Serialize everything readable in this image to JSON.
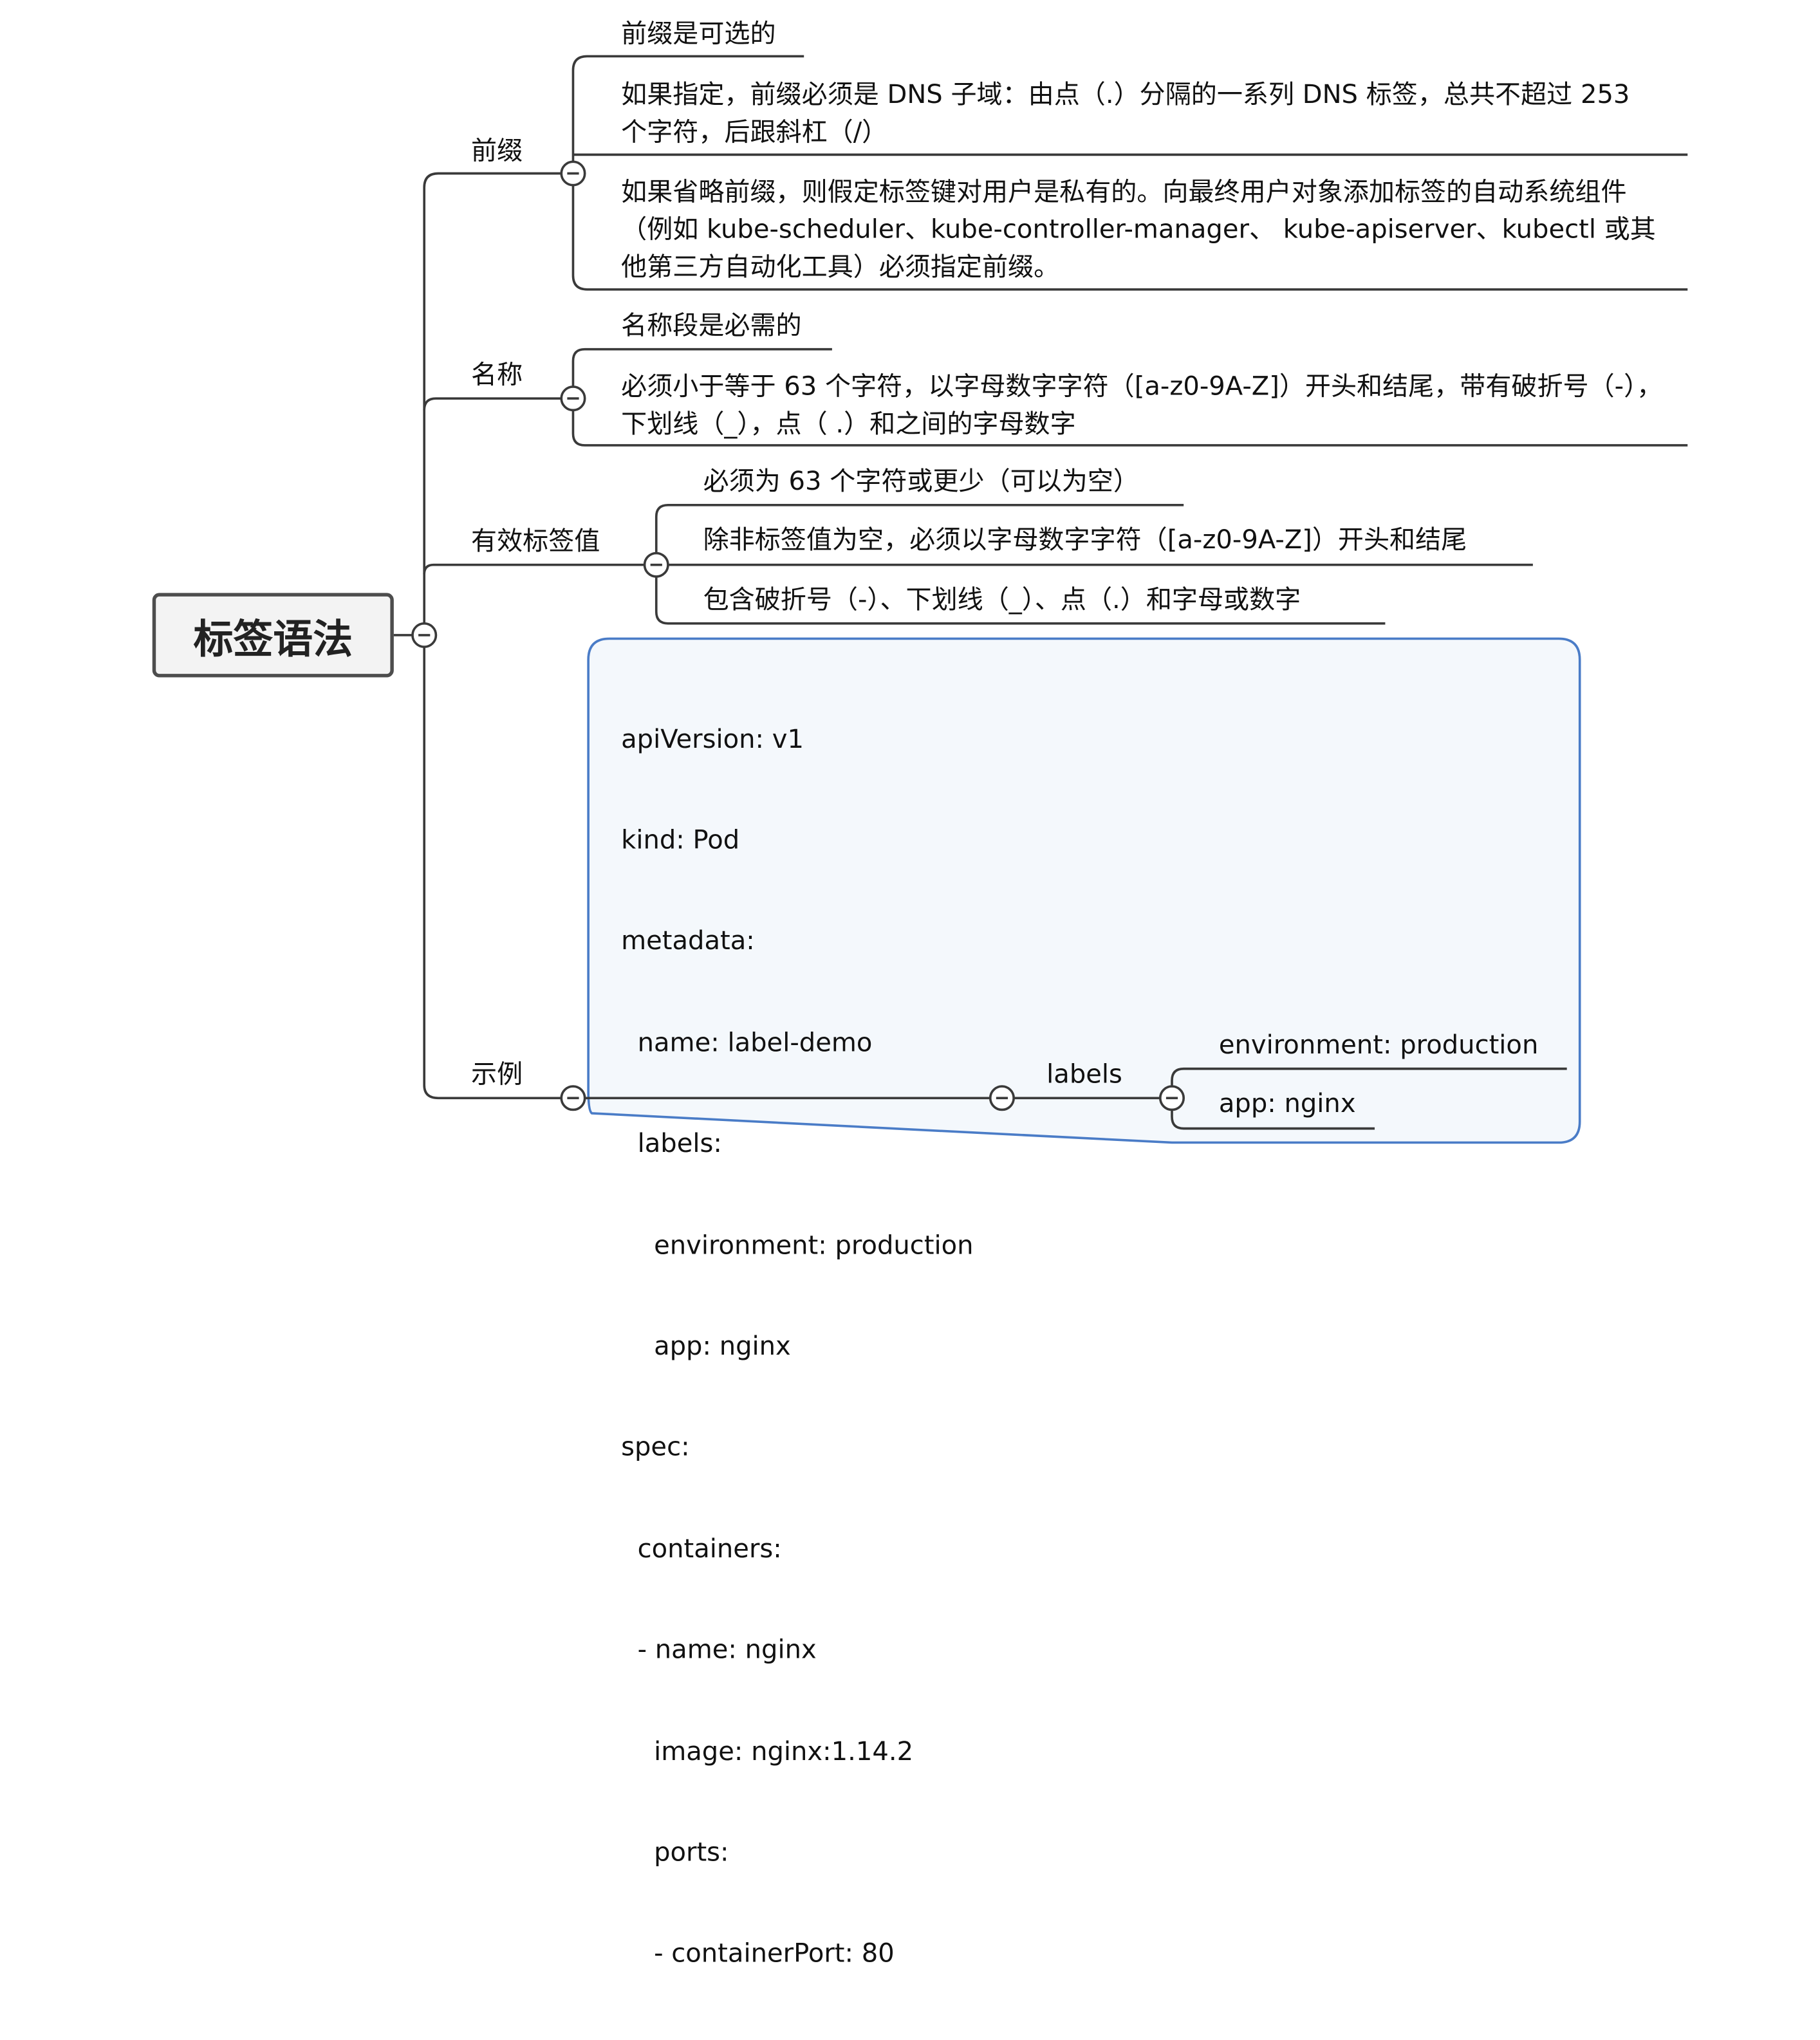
{
  "root": {
    "label": "标签语法"
  },
  "branches": {
    "prefix": {
      "label": "前缀",
      "items": [
        "前缀是可选的",
        "如果指定，前缀必须是 DNS 子域：由点（.）分隔的一系列 DNS 标签，总共不超过 253 个字符，后跟斜杠（/）",
        "如果省略前缀，则假定标签键对用户是私有的。向最终用户对象添加标签的自动系统组件（例如 kube-scheduler、kube-controller-manager、 kube-apiserver、kubectl 或其他第三方自动化工具）必须指定前缀。"
      ]
    },
    "name": {
      "label": "名称",
      "items": [
        "名称段是必需的",
        "必须小于等于 63 个字符，以字母数字字符（[a-z0-9A-Z]）开头和结尾，带有破折号（-），下划线（_），点（ .）和之间的字母数字"
      ]
    },
    "value": {
      "label": "有效标签值",
      "items": [
        "必须为 63 个字符或更少（可以为空）",
        "除非标签值为空，必须以字母数字字符（[a-z0-9A-Z]）开头和结尾",
        "包含破折号（-）、下划线（_）、点（.）和字母或数字"
      ]
    },
    "example": {
      "label": "示例",
      "code": [
        "apiVersion: v1",
        "kind: Pod",
        "metadata:",
        "  name: label-demo",
        "  labels:",
        "    environment: production",
        "    app: nginx",
        "spec:",
        "  containers:",
        "  - name: nginx",
        "    image: nginx:1.14.2",
        "    ports:",
        "    - containerPort: 80"
      ],
      "labels_node": {
        "label": "labels",
        "items": [
          "environment: production",
          "app: nginx"
        ]
      }
    }
  },
  "colors": {
    "line": "#3a3a3a",
    "callout": "#4a7cc7",
    "root_fill": "#f3f3f3"
  }
}
